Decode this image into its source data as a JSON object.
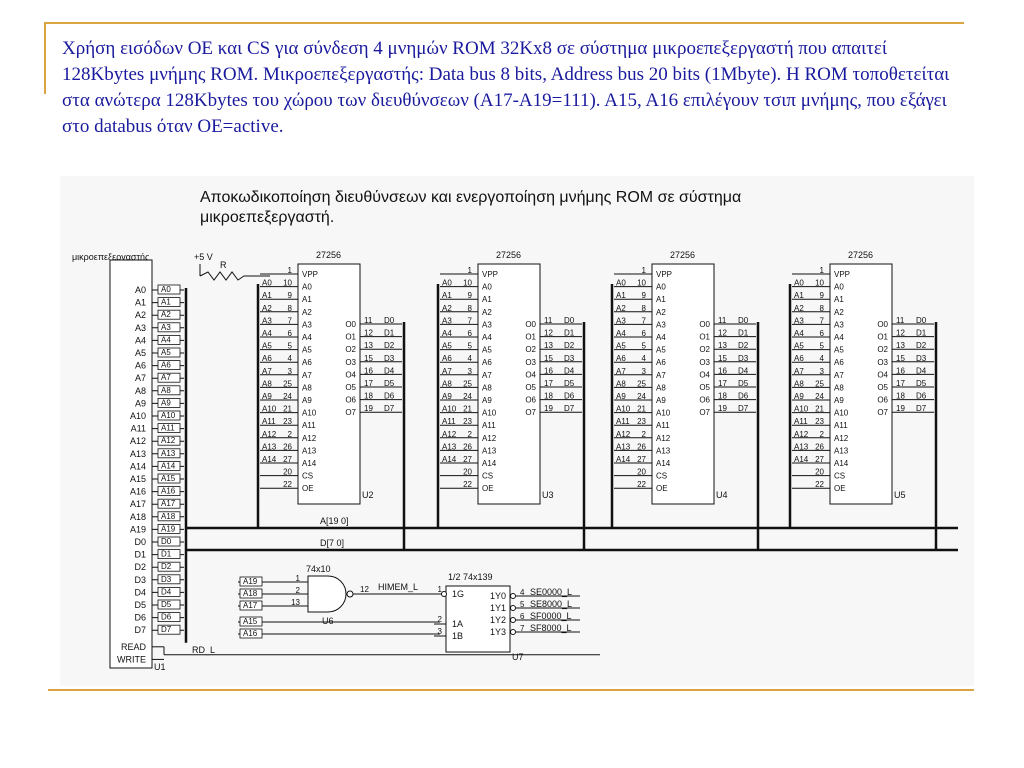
{
  "caption": "Χρήση εισόδων ΟΕ και CS για σύνδεση  4 μνημών ROM 32Kx8 σε σύστημα μικροεπεξεργαστή που απαιτεί 128Kbytes μνήμης ROM. Μικροεπεξεργαστής: Data bus 8 bits, Address bus 20 bits (1Mbyte). Η ROM τοποθετείται στα ανώτερα 128Kbytes του χώρου των διευθύνσεων (Α17-Α19=111). Α15, Α16 επιλέγουν τσιπ μνήμης, που εξάγει στο databus όταν ΟΕ=active.",
  "figure": {
    "title_line1": "Αποκωδικοποίηση διευθύνσεων και ενεργοποίηση μνήμης ROM σε σύστημα",
    "title_line2": "μικροεπεξεργαστή.",
    "cpu_label": "μικροεπεξεργαστής",
    "cpu_name": "U1",
    "cpu_addr_pins": [
      "A0",
      "A1",
      "A2",
      "A3",
      "A4",
      "A5",
      "A6",
      "A7",
      "A8",
      "A9",
      "A10",
      "A11",
      "A12",
      "A13",
      "A14",
      "A15",
      "A16",
      "A17",
      "A18",
      "A19"
    ],
    "cpu_data_pins": [
      "D0",
      "D1",
      "D2",
      "D3",
      "D4",
      "D5",
      "D6",
      "D7"
    ],
    "cpu_ctrl_pins": [
      "READ",
      "WRITE"
    ],
    "cpu_bus_labels": [
      "A0",
      "A1",
      "A2",
      "A3",
      "A4",
      "A5",
      "A6",
      "A7",
      "A8",
      "A9",
      "A10",
      "A11",
      "A12",
      "A13",
      "A14",
      "A15",
      "A16",
      "A17",
      "A18",
      "A19",
      "D0",
      "D1",
      "D2",
      "D3",
      "D4",
      "D5",
      "D6",
      "D7"
    ],
    "vcc_label": "+5 V",
    "resistor_label": "R",
    "addr_bus_label": "A[19 0]",
    "data_bus_label": "D[7 0]",
    "rd_label": "RD_L",
    "rom_part": "27256",
    "rom_names": [
      "U2",
      "U3",
      "U4",
      "U5"
    ],
    "rom_left_pins": [
      "VPP",
      "A0",
      "A1",
      "A2",
      "A3",
      "A4",
      "A5",
      "A6",
      "A7",
      "A8",
      "A9",
      "A10",
      "A11",
      "A12",
      "A13",
      "A14",
      "CS",
      "OE"
    ],
    "rom_left_pin_nums": [
      "1",
      "10",
      "9",
      "8",
      "7",
      "6",
      "5",
      "4",
      "3",
      "25",
      "24",
      "21",
      "23",
      "2",
      "26",
      "27",
      "20",
      "22"
    ],
    "rom_left_wire_labels": [
      "",
      "A0",
      "A1",
      "A2",
      "A3",
      "A4",
      "A5",
      "A6",
      "A7",
      "A8",
      "A9",
      "A10",
      "A11",
      "A12",
      "A13",
      "A14",
      "",
      ""
    ],
    "rom_out_pins": [
      "O0",
      "O1",
      "O2",
      "O3",
      "O4",
      "O5",
      "O6",
      "O7"
    ],
    "rom_out_nums": [
      "11",
      "12",
      "13",
      "15",
      "16",
      "17",
      "18",
      "19"
    ],
    "rom_out_data": [
      "D0",
      "D1",
      "D2",
      "D3",
      "D4",
      "D5",
      "D6",
      "D7"
    ],
    "nand_part": "74x10",
    "nand_name": "U6",
    "nand_inputs": [
      "A19",
      "A18",
      "A17"
    ],
    "nand_input_nums": [
      "1",
      "2",
      "13"
    ],
    "nand_out_num": "12",
    "nand_out_label": "HIMEM_L",
    "decoder_part": "1/2 74x139",
    "decoder_name": "U7",
    "decoder_inputs": [
      "1G",
      "1A",
      "1B"
    ],
    "decoder_input_nums": [
      "1",
      "2",
      "3"
    ],
    "decoder_input_wires": [
      "A15",
      "A16"
    ],
    "decoder_outputs": [
      "1Y0",
      "1Y1",
      "1Y2",
      "1Y3"
    ],
    "decoder_output_nums": [
      "4",
      "5",
      "6",
      "7"
    ],
    "decoder_output_labels": [
      "SE0000_L",
      "SE8000_L",
      "SF0000_L",
      "SF8000_L"
    ]
  }
}
